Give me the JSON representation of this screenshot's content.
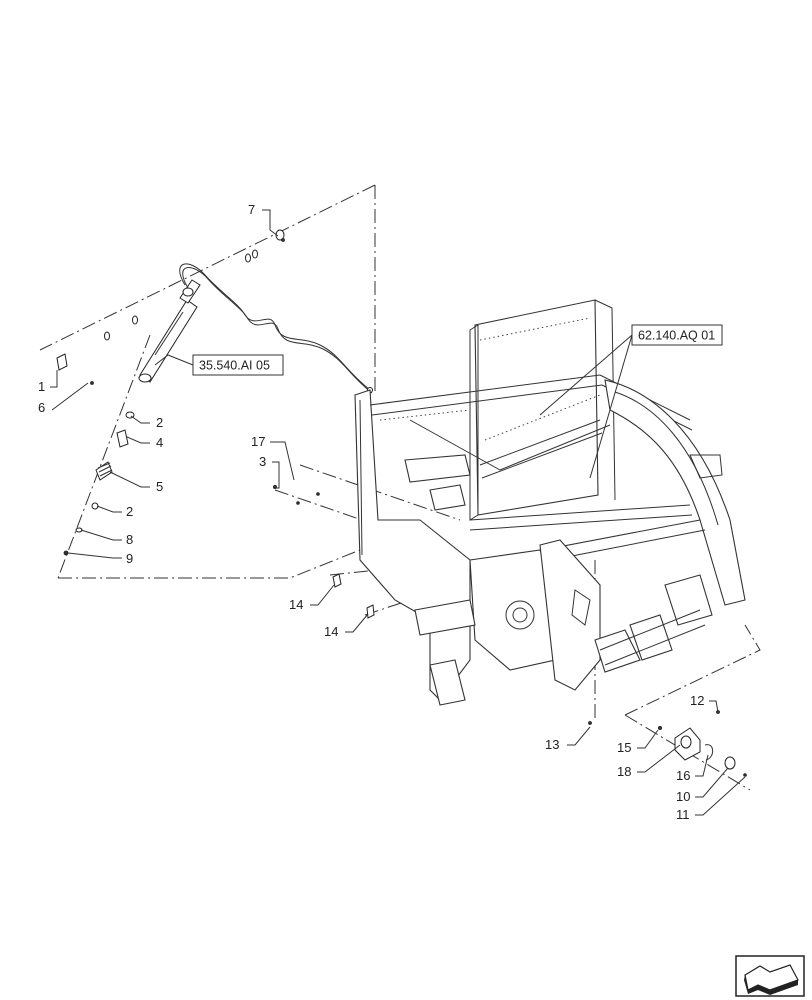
{
  "callouts": {
    "n1": "1",
    "n6": "6",
    "n7": "7",
    "n2a": "2",
    "n4": "4",
    "n5": "5",
    "n2b": "2",
    "n8": "8",
    "n9": "9",
    "n17": "17",
    "n3": "3",
    "n14a": "14",
    "n14b": "14",
    "n13": "13",
    "n12": "12",
    "n15": "15",
    "n18": "18",
    "n16": "16",
    "n10": "10",
    "n11": "11"
  },
  "references": {
    "hydraulic_ref": "35.540.AI 05",
    "frame_ref": "62.140.AQ 01"
  },
  "icons": {
    "next_page": "next-page-arrow-icon"
  }
}
